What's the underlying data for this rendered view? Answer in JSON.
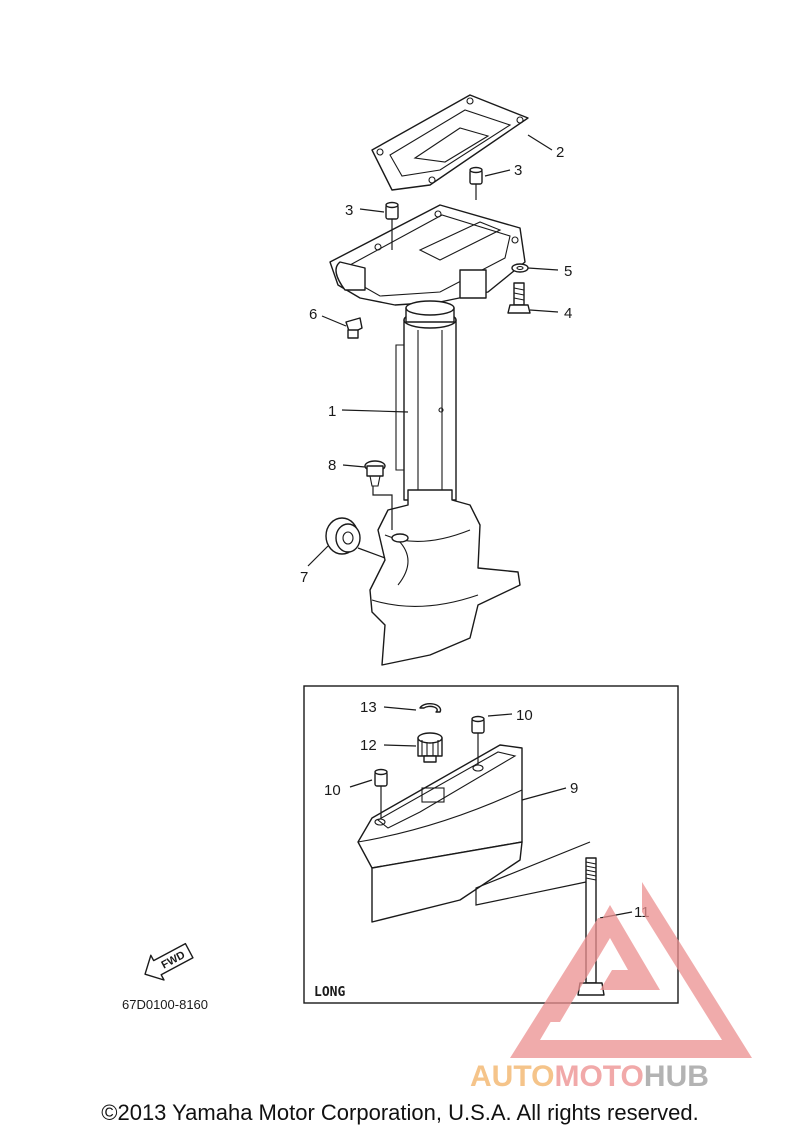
{
  "callouts": {
    "c1": "1",
    "c2": "2",
    "c3a": "3",
    "c3b": "3",
    "c4": "4",
    "c5": "5",
    "c6": "6",
    "c7": "7",
    "c8": "8",
    "c9": "9",
    "c10a": "10",
    "c10b": "10",
    "c11": "11",
    "c12": "12",
    "c13": "13"
  },
  "inset": {
    "label": "LONG"
  },
  "fwd": {
    "label": "FWD"
  },
  "drawing_code": "67D0100-8160",
  "watermark": {
    "part1": "AUTO",
    "part2": "MOTO",
    "part3": "HUB"
  },
  "copyright": "©2013 Yamaha Motor Corporation, U.S.A. All rights reserved.",
  "colors": {
    "line": "#1a1a1a",
    "watermark_red": "#e88a8a",
    "watermark_orange": "#f5c48a",
    "watermark_grey": "#b3b3b3"
  }
}
